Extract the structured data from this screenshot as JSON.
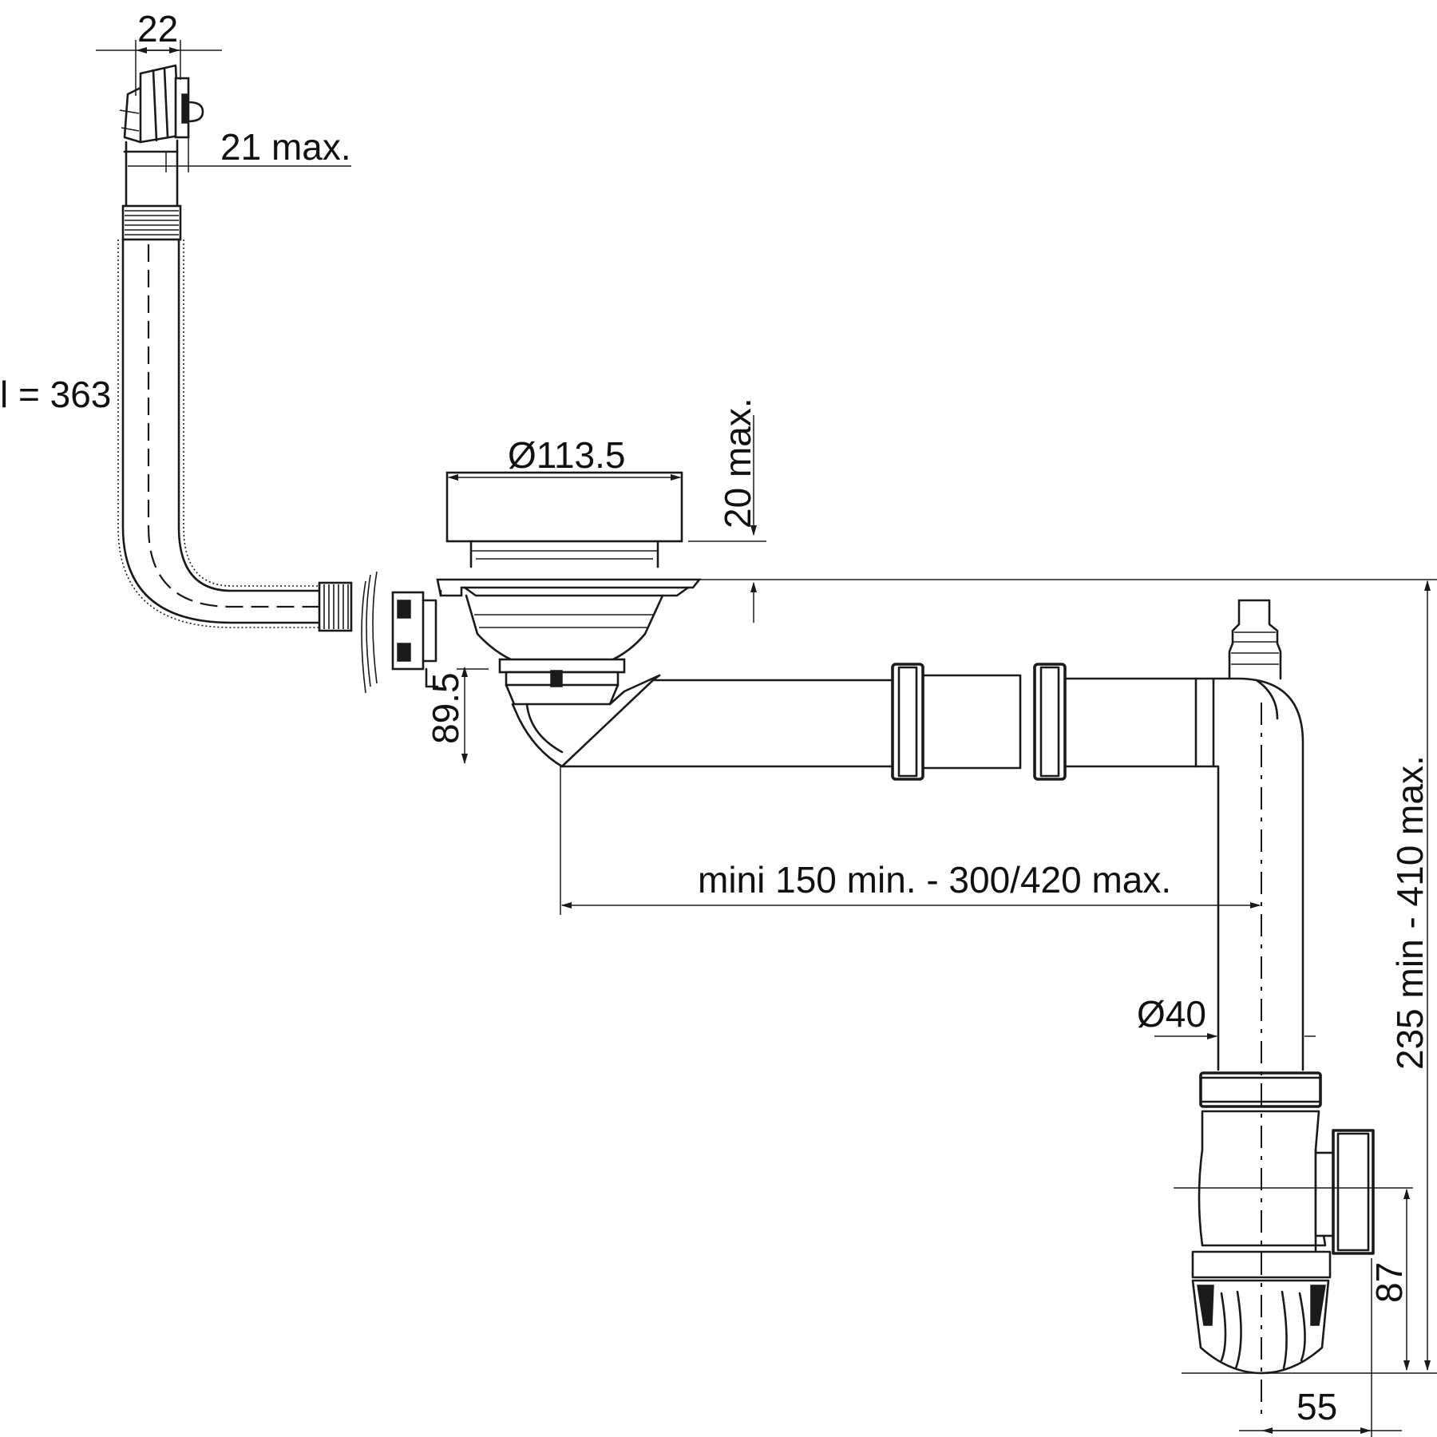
{
  "dimensions": {
    "overflow_width": "22",
    "overflow_depth": "21 max.",
    "hose_length": "l = 363",
    "strainer_diameter": "Ø113.5",
    "rim_height": "20 max.",
    "outlet_height": "89.5",
    "horizontal_reach": "mini 150 min. - 300/420 max.",
    "pipe_diameter": "Ø40",
    "total_height": "235 min - 410 max.",
    "trap_height": "87",
    "trap_width": "55"
  }
}
